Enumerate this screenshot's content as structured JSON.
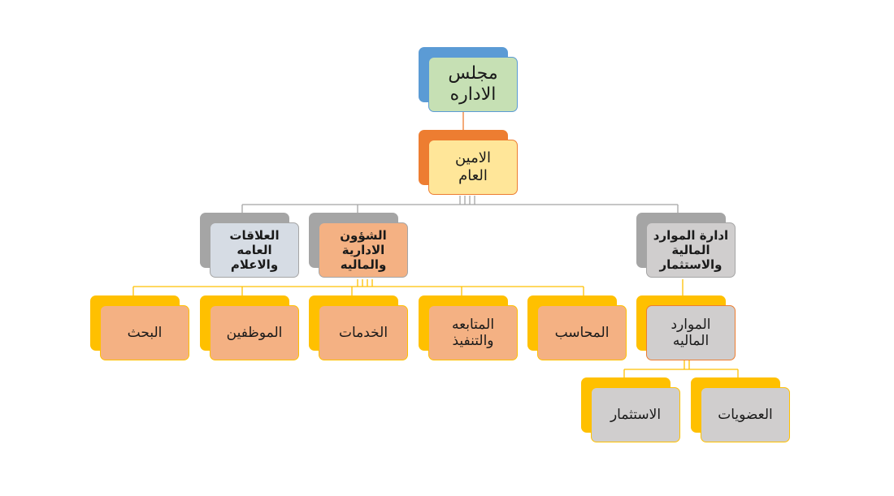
{
  "nodes": {
    "board": "مجلس\nالاداره",
    "secretary": "الامين\nالعام",
    "public_relations": "العلاقات\nالعامه\nوالاعلام",
    "admin_finance": "الشؤون\nالادارية\nوالماليه",
    "resources_investment": "ادارة الموارد\nالمالية\nوالاستثمار",
    "research": "البحث",
    "employees": "الموظفين",
    "services": "الخدمات",
    "followup": "المتابعه\nوالتنفيذ",
    "accountant": "المحاسب",
    "financial_resources": "الموارد\nالماليه",
    "investment": "الاستثمار",
    "memberships": "العضويات"
  },
  "colors": {
    "blue": "#5b9bd5",
    "green_fill": "#c6e0b4",
    "orange": "#ed7d31",
    "light_yellow": "#ffe699",
    "gray": "#a5a5a5",
    "light_blue_gray": "#d6dce4",
    "peach": "#f4b183",
    "gold": "#ffc000",
    "light_gray": "#d0cece",
    "connector_gray": "#a5a5a5"
  }
}
